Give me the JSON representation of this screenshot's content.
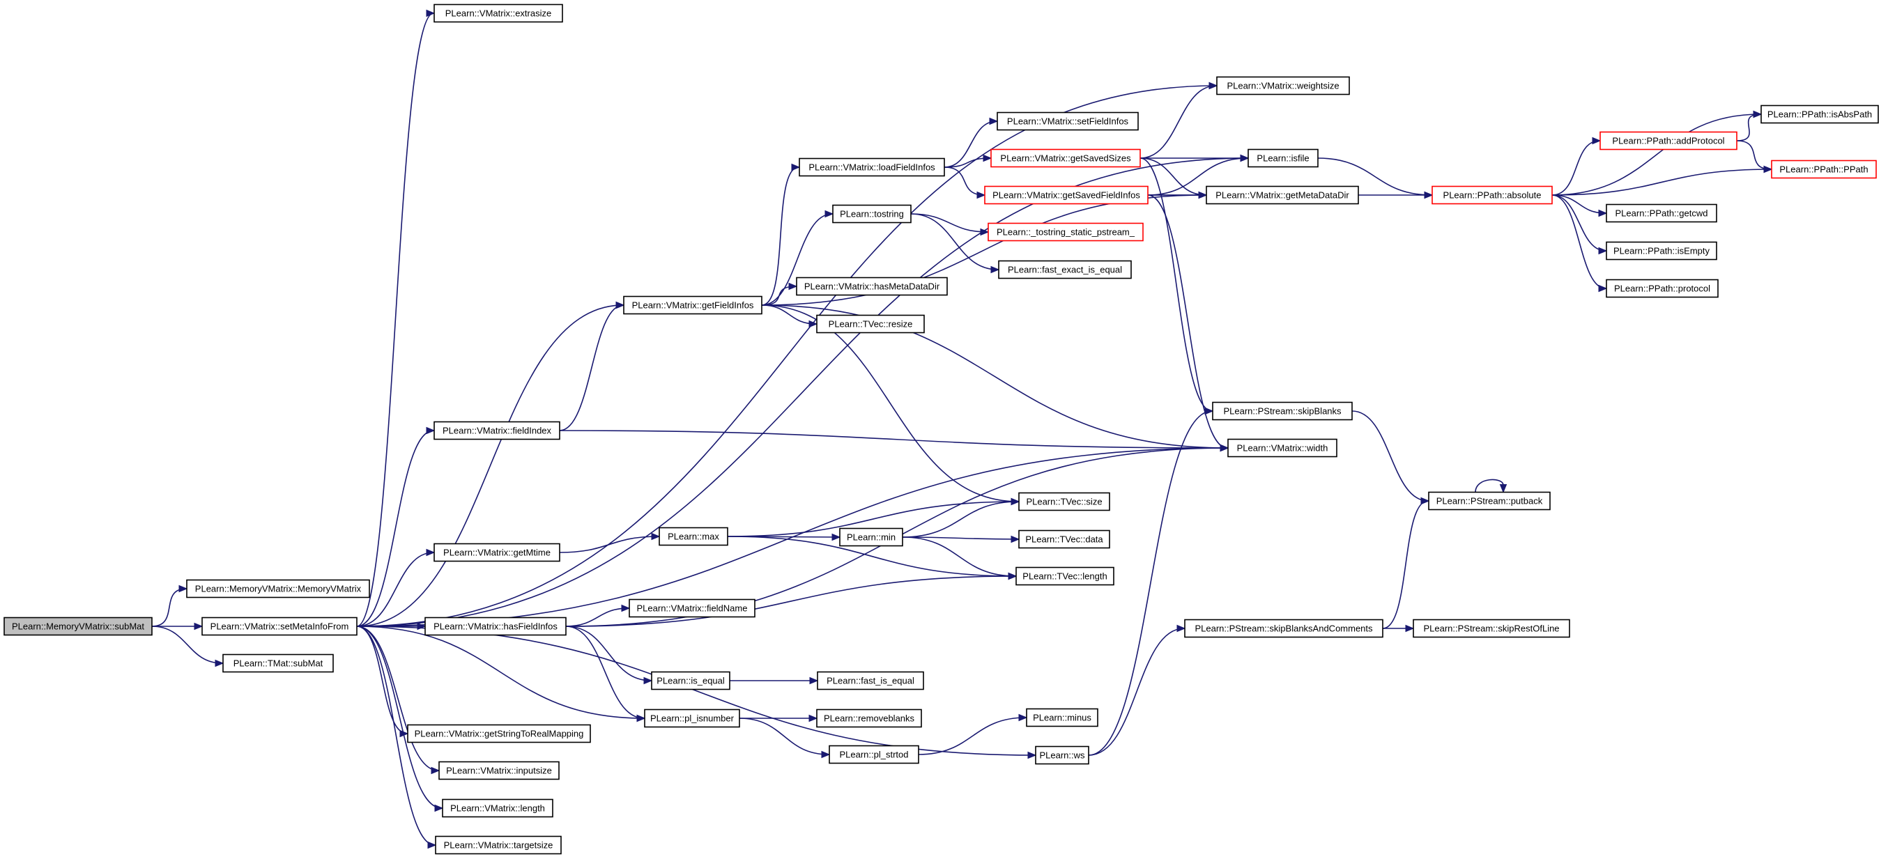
{
  "colors": {
    "edge": "#191970",
    "node_border": "#000000",
    "node_border_truncated": "#ff0000",
    "root_fill": "#bfbfbf",
    "node_fill": "#ffffff"
  },
  "nodes": [
    {
      "id": "subMat",
      "label": "PLearn::MemoryVMatrix::subMat",
      "style": "root"
    },
    {
      "id": "MemoryVMatrix",
      "label": "PLearn::MemoryVMatrix::MemoryVMatrix",
      "style": "normal"
    },
    {
      "id": "setMetaInfoFrom",
      "label": "PLearn::VMatrix::setMetaInfoFrom",
      "style": "normal"
    },
    {
      "id": "TMatsubMat",
      "label": "PLearn::TMat::subMat",
      "style": "normal"
    },
    {
      "id": "extrasize",
      "label": "PLearn::VMatrix::extrasize",
      "style": "normal"
    },
    {
      "id": "fieldIndex",
      "label": "PLearn::VMatrix::fieldIndex",
      "style": "normal"
    },
    {
      "id": "getMtime",
      "label": "PLearn::VMatrix::getMtime",
      "style": "normal"
    },
    {
      "id": "hasFieldInfos",
      "label": "PLearn::VMatrix::hasFieldInfos",
      "style": "normal"
    },
    {
      "id": "getStringToRealMapping",
      "label": "PLearn::VMatrix::getStringToRealMapping",
      "style": "normal"
    },
    {
      "id": "inputsize",
      "label": "PLearn::VMatrix::inputsize",
      "style": "normal"
    },
    {
      "id": "vlength",
      "label": "PLearn::VMatrix::length",
      "style": "normal"
    },
    {
      "id": "targetsize",
      "label": "PLearn::VMatrix::targetsize",
      "style": "normal"
    },
    {
      "id": "getFieldInfos",
      "label": "PLearn::VMatrix::getFieldInfos",
      "style": "normal"
    },
    {
      "id": "max",
      "label": "PLearn::max",
      "style": "normal"
    },
    {
      "id": "fieldName",
      "label": "PLearn::VMatrix::fieldName",
      "style": "normal"
    },
    {
      "id": "is_equal",
      "label": "PLearn::is_equal",
      "style": "normal"
    },
    {
      "id": "pl_isnumber",
      "label": "PLearn::pl_isnumber",
      "style": "normal"
    },
    {
      "id": "loadFieldInfos",
      "label": "PLearn::VMatrix::loadFieldInfos",
      "style": "normal"
    },
    {
      "id": "tostring",
      "label": "PLearn::tostring",
      "style": "normal"
    },
    {
      "id": "hasMetaDataDir",
      "label": "PLearn::VMatrix::hasMetaDataDir",
      "style": "normal"
    },
    {
      "id": "resize",
      "label": "PLearn::TVec::resize",
      "style": "normal"
    },
    {
      "id": "min",
      "label": "PLearn::min",
      "style": "normal"
    },
    {
      "id": "fast_is_equal",
      "label": "PLearn::fast_is_equal",
      "style": "normal"
    },
    {
      "id": "removeblanks",
      "label": "PLearn::removeblanks",
      "style": "normal"
    },
    {
      "id": "pl_strtod",
      "label": "PLearn::pl_strtod",
      "style": "normal"
    },
    {
      "id": "setFieldInfos",
      "label": "PLearn::VMatrix::setFieldInfos",
      "style": "normal"
    },
    {
      "id": "getSavedSizes",
      "label": "PLearn::VMatrix::getSavedSizes",
      "style": "truncated"
    },
    {
      "id": "getSavedFieldInfos",
      "label": "PLearn::VMatrix::getSavedFieldInfos",
      "style": "truncated"
    },
    {
      "id": "tostring_static",
      "label": "PLearn::_tostring_static_pstream_",
      "style": "truncated"
    },
    {
      "id": "fast_exact_is_equal",
      "label": "PLearn::fast_exact_is_equal",
      "style": "normal"
    },
    {
      "id": "size",
      "label": "PLearn::TVec::size",
      "style": "normal"
    },
    {
      "id": "data",
      "label": "PLearn::TVec::data",
      "style": "normal"
    },
    {
      "id": "tlength",
      "label": "PLearn::TVec::length",
      "style": "normal"
    },
    {
      "id": "minus",
      "label": "PLearn::minus",
      "style": "normal"
    },
    {
      "id": "ws",
      "label": "PLearn::ws",
      "style": "normal"
    },
    {
      "id": "weightsize",
      "label": "PLearn::VMatrix::weightsize",
      "style": "normal"
    },
    {
      "id": "isfile",
      "label": "PLearn::isfile",
      "style": "normal"
    },
    {
      "id": "getMetaDataDir",
      "label": "PLearn::VMatrix::getMetaDataDir",
      "style": "normal"
    },
    {
      "id": "skipBlanks",
      "label": "PLearn::PStream::skipBlanks",
      "style": "normal"
    },
    {
      "id": "width",
      "label": "PLearn::VMatrix::width",
      "style": "normal"
    },
    {
      "id": "skipBlanksAndComments",
      "label": "PLearn::PStream::skipBlanksAndComments",
      "style": "normal"
    },
    {
      "id": "absolute",
      "label": "PLearn::PPath::absolute",
      "style": "truncated"
    },
    {
      "id": "putback",
      "label": "PLearn::PStream::putback",
      "style": "normal"
    },
    {
      "id": "skipRestOfLine",
      "label": "PLearn::PStream::skipRestOfLine",
      "style": "normal"
    },
    {
      "id": "addProtocol",
      "label": "PLearn::PPath::addProtocol",
      "style": "truncated"
    },
    {
      "id": "getcwd",
      "label": "PLearn::PPath::getcwd",
      "style": "normal"
    },
    {
      "id": "isEmpty",
      "label": "PLearn::PPath::isEmpty",
      "style": "normal"
    },
    {
      "id": "protocol",
      "label": "PLearn::PPath::protocol",
      "style": "normal"
    },
    {
      "id": "isAbsPath",
      "label": "PLearn::PPath::isAbsPath",
      "style": "normal"
    },
    {
      "id": "PPath",
      "label": "PLearn::PPath::PPath",
      "style": "truncated"
    }
  ],
  "edges": [
    [
      "subMat",
      "MemoryVMatrix"
    ],
    [
      "subMat",
      "setMetaInfoFrom"
    ],
    [
      "subMat",
      "TMatsubMat"
    ],
    [
      "setMetaInfoFrom",
      "extrasize"
    ],
    [
      "setMetaInfoFrom",
      "weightsize"
    ],
    [
      "setMetaInfoFrom",
      "isfile"
    ],
    [
      "setMetaInfoFrom",
      "getFieldInfos"
    ],
    [
      "setMetaInfoFrom",
      "fieldIndex"
    ],
    [
      "setMetaInfoFrom",
      "width"
    ],
    [
      "setMetaInfoFrom",
      "getMtime"
    ],
    [
      "setMetaInfoFrom",
      "hasFieldInfos"
    ],
    [
      "setMetaInfoFrom",
      "pl_isnumber"
    ],
    [
      "setMetaInfoFrom",
      "ws"
    ],
    [
      "setMetaInfoFrom",
      "getStringToRealMapping"
    ],
    [
      "setMetaInfoFrom",
      "inputsize"
    ],
    [
      "setMetaInfoFrom",
      "vlength"
    ],
    [
      "setMetaInfoFrom",
      "targetsize"
    ],
    [
      "fieldIndex",
      "getFieldInfos"
    ],
    [
      "fieldIndex",
      "width"
    ],
    [
      "getFieldInfos",
      "loadFieldInfos"
    ],
    [
      "getFieldInfos",
      "tostring"
    ],
    [
      "getFieldInfos",
      "hasMetaDataDir"
    ],
    [
      "getFieldInfos",
      "resize"
    ],
    [
      "getFieldInfos",
      "getMetaDataDir"
    ],
    [
      "getFieldInfos",
      "width"
    ],
    [
      "getFieldInfos",
      "size"
    ],
    [
      "loadFieldInfos",
      "setFieldInfos"
    ],
    [
      "loadFieldInfos",
      "getSavedSizes"
    ],
    [
      "loadFieldInfos",
      "getSavedFieldInfos"
    ],
    [
      "getSavedSizes",
      "weightsize"
    ],
    [
      "getSavedSizes",
      "isfile"
    ],
    [
      "getSavedSizes",
      "getMetaDataDir"
    ],
    [
      "getSavedSizes",
      "skipBlanks"
    ],
    [
      "getSavedFieldInfos",
      "isfile"
    ],
    [
      "getSavedFieldInfos",
      "getMetaDataDir"
    ],
    [
      "getSavedFieldInfos",
      "width"
    ],
    [
      "getSavedFieldInfos",
      "absolute"
    ],
    [
      "tostring",
      "tostring_static"
    ],
    [
      "tostring",
      "fast_exact_is_equal"
    ],
    [
      "getMtime",
      "max"
    ],
    [
      "max",
      "min"
    ],
    [
      "max",
      "size"
    ],
    [
      "max",
      "tlength"
    ],
    [
      "min",
      "size"
    ],
    [
      "min",
      "data"
    ],
    [
      "min",
      "tlength"
    ],
    [
      "hasFieldInfos",
      "fieldName"
    ],
    [
      "hasFieldInfos",
      "tlength"
    ],
    [
      "hasFieldInfos",
      "width"
    ],
    [
      "hasFieldInfos",
      "is_equal"
    ],
    [
      "hasFieldInfos",
      "pl_isnumber"
    ],
    [
      "is_equal",
      "fast_is_equal"
    ],
    [
      "pl_isnumber",
      "removeblanks"
    ],
    [
      "pl_isnumber",
      "pl_strtod"
    ],
    [
      "pl_strtod",
      "minus"
    ],
    [
      "ws",
      "skipBlanks"
    ],
    [
      "ws",
      "skipBlanksAndComments"
    ],
    [
      "isfile",
      "absolute"
    ],
    [
      "skipBlanks",
      "putback"
    ],
    [
      "skipBlanksAndComments",
      "putback"
    ],
    [
      "skipBlanksAndComments",
      "skipRestOfLine"
    ],
    [
      "putback",
      "putback"
    ],
    [
      "absolute",
      "addProtocol"
    ],
    [
      "absolute",
      "isAbsPath"
    ],
    [
      "absolute",
      "PPath"
    ],
    [
      "absolute",
      "getcwd"
    ],
    [
      "absolute",
      "isEmpty"
    ],
    [
      "absolute",
      "protocol"
    ],
    [
      "addProtocol",
      "isAbsPath"
    ],
    [
      "addProtocol",
      "PPath"
    ]
  ]
}
